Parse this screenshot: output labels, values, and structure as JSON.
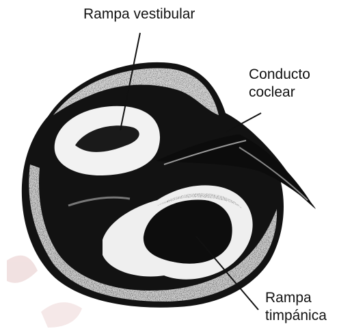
{
  "labels": {
    "rampa_vestibular": "Rampa vestibular",
    "conducto_coclear_1": "Conducto",
    "conducto_coclear_2": "coclear",
    "rampa_timpanica_1": "Rampa",
    "rampa_timpanica_2": "timpánica"
  },
  "colors": {
    "tissue": "#141414",
    "cavity": "#f4f4f4",
    "speckle": "#8a8a8a",
    "watermark": "#e9c3c3"
  }
}
